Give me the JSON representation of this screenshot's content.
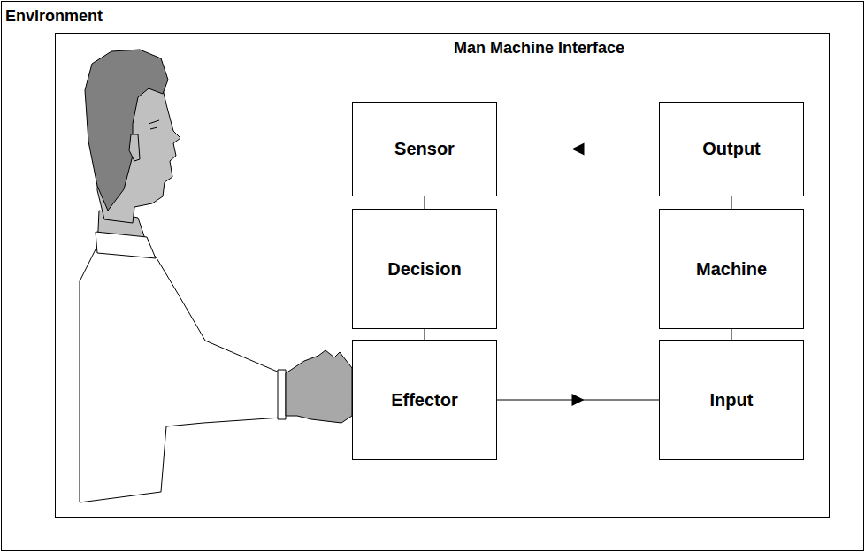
{
  "diagram": {
    "nodes": [
      {
        "text": [
          "Environment"
        ]
      },
      {
        "text": [
          "Man Machine Interface"
        ],
        "in": 0
      },
      {
        "text": [
          "Sensor"
        ],
        "in": 1
      },
      {
        "text": [
          "Output"
        ],
        "in": 1
      },
      {
        "text": [
          "Decision"
        ],
        "in": 1
      },
      {
        "text": [
          "Machine"
        ],
        "in": 1
      },
      {
        "text": [
          "Effector"
        ],
        "in": 1
      },
      {
        "text": [
          "Input"
        ],
        "in": 1
      }
    ],
    "edges": [
      {
        "from": 3,
        "to": 2,
        "arrow": "to"
      },
      {
        "from": 6,
        "to": 7,
        "arrow": "to"
      },
      {
        "from": 2,
        "to": 4,
        "arrow": "none"
      },
      {
        "from": 4,
        "to": 6,
        "arrow": "none"
      },
      {
        "from": 3,
        "to": 5,
        "arrow": "none"
      },
      {
        "from": 5,
        "to": 7,
        "arrow": "none"
      }
    ]
  }
}
